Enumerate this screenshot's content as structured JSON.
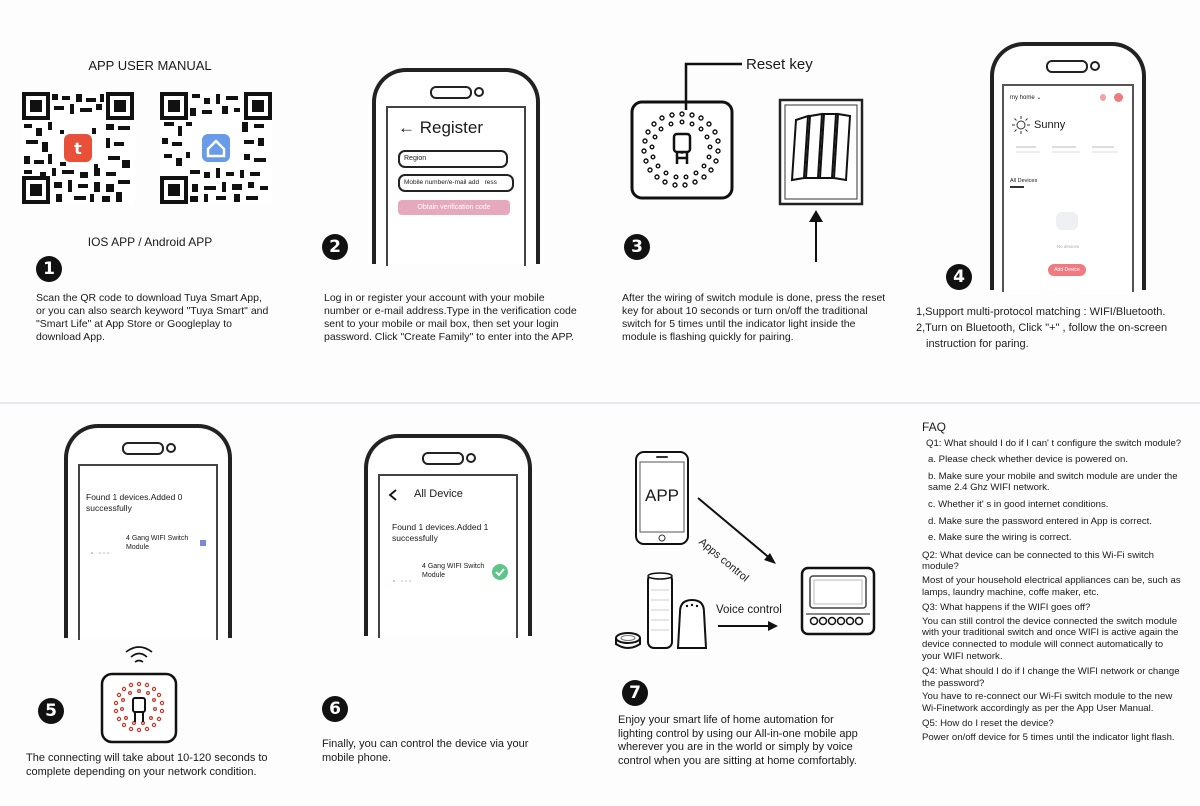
{
  "panel1": {
    "title": "APP USER MANUAL",
    "platforms": "IOS APP / Android APP",
    "step": "1",
    "text": "Scan the QR code to download Tuya Smart App, or you can also search keyword \"Tuya Smart\" and \"Smart Life\" at App Store or Googleplay to download App."
  },
  "panel2": {
    "step": "2",
    "screen_title": "← Register",
    "field_region": "Region",
    "field_mobile": "Mobile number/e-mail add   ress",
    "button_label": "Obtain verification code",
    "text": "Log in or register your account with your mobile number or e-mail address.Type in the verification code sent to your mobile or mail box, then set your login password. Click \"Create Family\" to enter into the APP."
  },
  "panel3": {
    "step": "3",
    "reset_label": "Reset key",
    "text": "After the wiring of switch module is done, press the reset key for about 10 seconds or turn on/off the traditional switch for 5 times until the indicator light inside the module is flashing quickly for pairing."
  },
  "panel4": {
    "step": "4",
    "home_label": "my home ⌄",
    "weather": "Sunny",
    "all_devices": "All Devices",
    "no_devices": "No devices",
    "add_device": "Add Device",
    "line1": "1,Support multi-protocol matching : WIFI/Bluetooth.",
    "line2": "2,Turn on Bluetooth, Click \"+\" , follow the on-screen",
    "line3": "instruction for paring."
  },
  "panel5": {
    "step": "5",
    "found_text": "Found 1 devices.Added 0 successfully",
    "device_name": "4 Gang WIFI Switch Module",
    "text": "The connecting will take about 10-120 seconds to complete depending on your network condition."
  },
  "panel6": {
    "step": "6",
    "screen_title": "All Device",
    "found_text": "Found 1 devices.Added 1 successfully",
    "device_name": "4 Gang WIFI Switch Module",
    "text": "Finally, you can control  the device via your mobile phone."
  },
  "panel7": {
    "step": "7",
    "app_label": "APP",
    "apps_control": "Apps control",
    "voice_control": "Voice control",
    "text": "Enjoy your smart life of home automation for lighting control by using our All-in-one mobile app wherever you are in the world or simply by voice control when you are sitting at home comfortably."
  },
  "faq": {
    "title": "FAQ",
    "q1": "Q1: What should I do if I can' t configure the switch module?",
    "q1_options": [
      "a. Please check whether device is powered on.",
      "b. Make sure your mobile and switch module are under the same 2.4 Ghz WIFI network.",
      "c. Whether it' s in good internet conditions.",
      "d. Make sure the password entered in App is correct.",
      "e. Make sure the wiring is correct."
    ],
    "q2": "Q2: What device can be connected to this Wi-Fi switch module?",
    "a2": "Most of your household electrical appliances can be, such as lamps, laundry machine, coffe maker, etc.",
    "q3": "Q3: What happens if the WIFI goes off?",
    "a3": "You can still control the device connected the switch module with your traditional switch and once WIFI is active again the device connected to module will connect automatically to your WIFI network.",
    "q4": "Q4: What should I do if I change the WIFI network or change the password?",
    "a4": "You have to re-connect our Wi-Fi switch module to the new Wi-Finetwork accordingly as per the App User Manual.",
    "q5": "Q5: How do I reset the device?",
    "a5": "Power on/off device for 5 times until the indicator light flash."
  },
  "colors": {
    "tuya_red": "#e8503a",
    "smartlife_blue": "#6a9be8",
    "pink_button": "#e6a8bd",
    "app_pink": "#ef7a80",
    "check_green": "#5ec48a"
  }
}
